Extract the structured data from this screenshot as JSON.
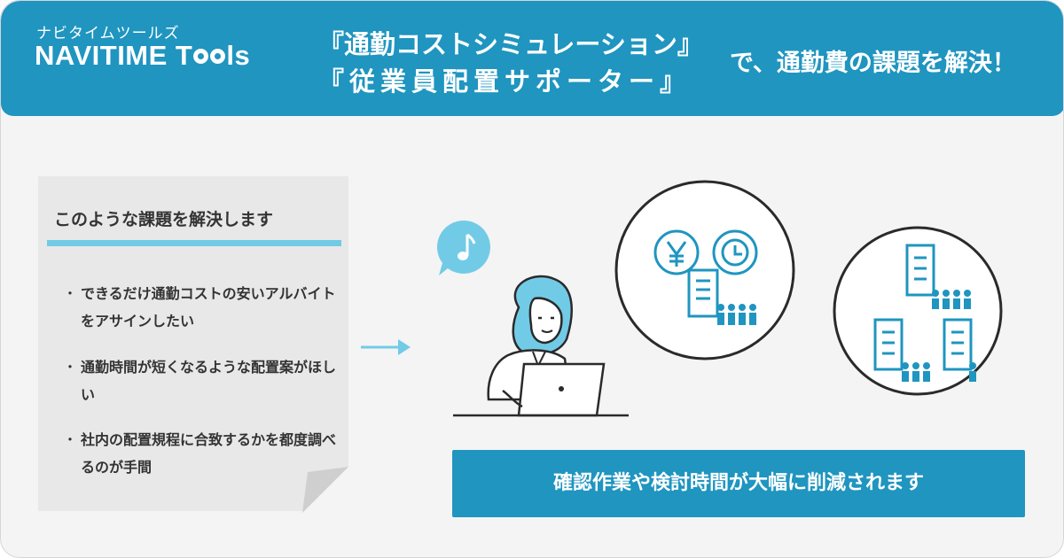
{
  "header": {
    "brand_sub": "ナビタイムツールズ",
    "brand_part1": "NAVITIME T",
    "brand_part2": "ls",
    "tool1": "『通勤コストシミュレーション』",
    "tool2": "『従業員配置サポーター』",
    "tagline": "で、通勤費の課題を解決！"
  },
  "problem": {
    "title": "このような課題を解決します",
    "bullet_mark": "・",
    "items": [
      "できるだけ通勤コストの安いアルバイトをアサインしたい",
      "通勤時間が短くなるような配置案がほしい",
      "社内の配置規程に合致するかを都度調べるのが手間"
    ]
  },
  "icons": {
    "music": "music-note-icon",
    "yen": "yen-icon",
    "clock": "clock-icon",
    "building": "building-icon",
    "people": "people-icon"
  },
  "result": "確認作業や検討時間が大幅に削減されます",
  "colors": {
    "primary": "#1f95c0",
    "accent": "#72cbe6",
    "ink": "#2a2a2a",
    "panel": "#e8e8e8"
  }
}
